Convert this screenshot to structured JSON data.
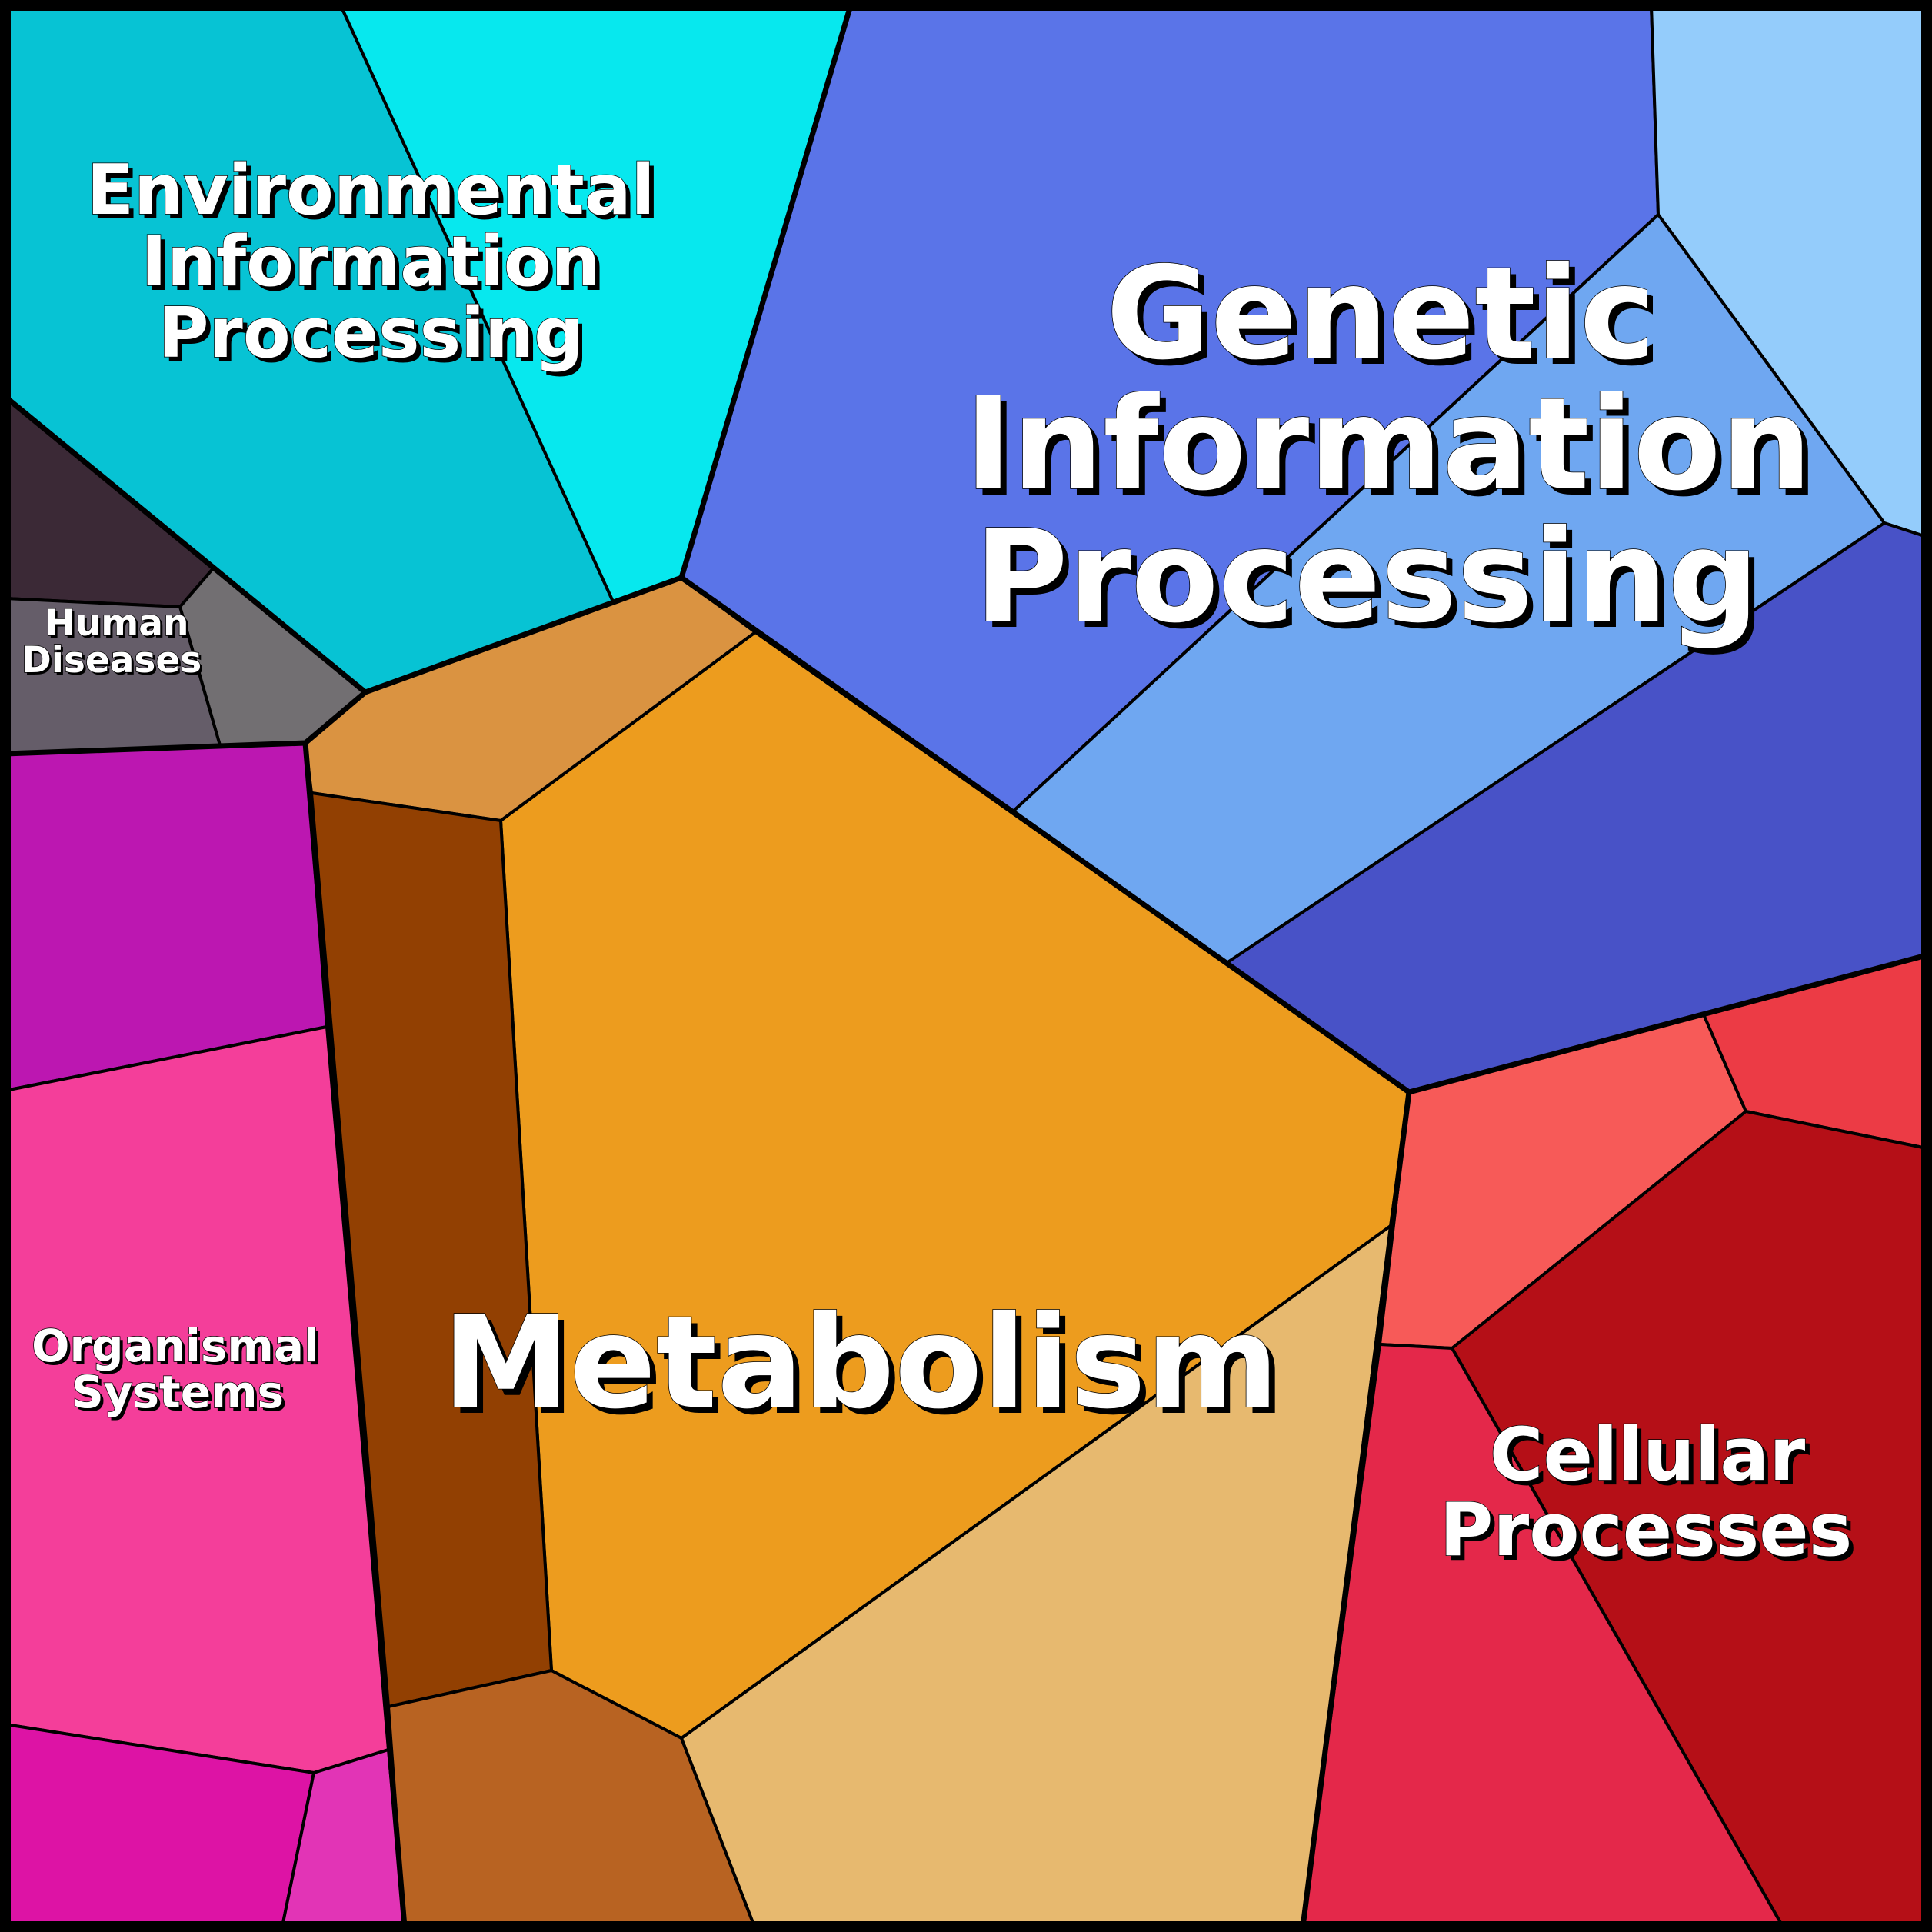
{
  "diagram": {
    "type": "voronoi-treemap",
    "colors": {
      "metabolism": [
        "#ED9C1E",
        "#DA9341",
        "#924002",
        "#B86322",
        "#E7B96F"
      ],
      "genetic_information_processing": [
        "#5A74E8",
        "#94CCFB",
        "#6FA7F1",
        "#4852C7"
      ],
      "environmental_information_processing": [
        "#07C3D4",
        "#07E8EE"
      ],
      "cellular_processes": [
        "#F75A58",
        "#EC3B45",
        "#B50F17",
        "#E4284A"
      ],
      "organismal_systems": [
        "#BC17B1",
        "#F43E9A",
        "#DD13A5",
        "#E234B6"
      ],
      "human_diseases": [
        "#3B2936",
        "#726F72",
        "#655D69"
      ],
      "borders": "#000000",
      "labels": "#FFFFFF"
    },
    "groups": [
      {
        "id": "metabolism",
        "label": "Metabolism"
      },
      {
        "id": "genetic",
        "label_lines": [
          "Genetic",
          "Information",
          "Processing"
        ]
      },
      {
        "id": "environmental",
        "label_lines": [
          "Environmental",
          "Information",
          "Processing"
        ]
      },
      {
        "id": "cellular",
        "label_lines": [
          "Cellular",
          "Processes"
        ]
      },
      {
        "id": "organismal",
        "label_lines": [
          "Organismal",
          "Systems"
        ]
      },
      {
        "id": "human",
        "label_lines": [
          "Human",
          "Diseases"
        ]
      }
    ]
  }
}
